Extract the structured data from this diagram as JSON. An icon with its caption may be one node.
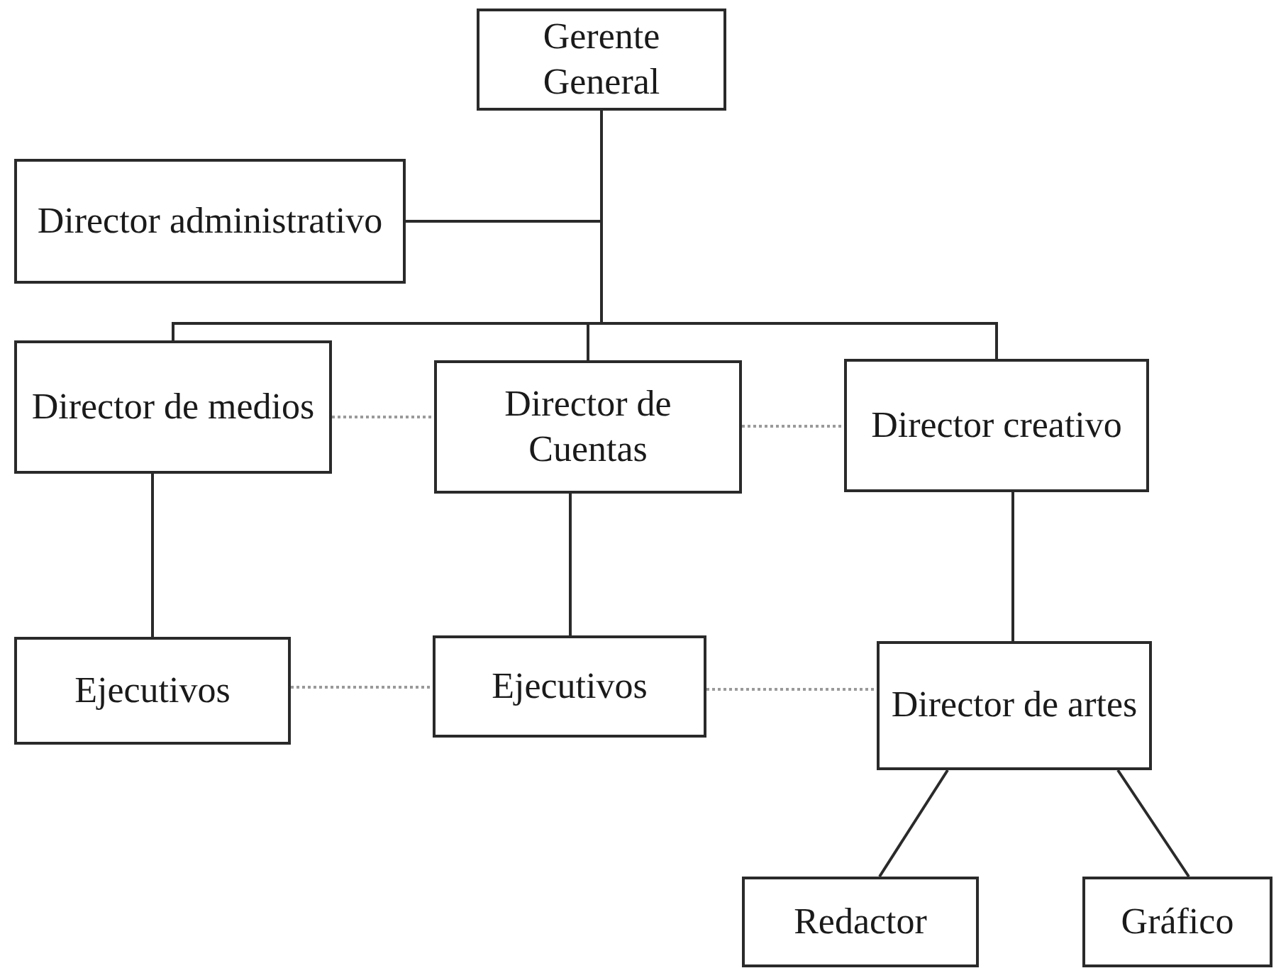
{
  "diagram": {
    "nodes": [
      {
        "text": [
          "Gerente General"
        ]
      },
      {
        "text": [
          "Director administrativo"
        ]
      },
      {
        "text": [
          "Director de medios"
        ]
      },
      {
        "text": [
          "Director de Cuentas"
        ]
      },
      {
        "text": [
          "Director creativo"
        ]
      },
      {
        "text": [
          "Ejecutivos"
        ]
      },
      {
        "text": [
          "Ejecutivos"
        ]
      },
      {
        "text": [
          "Director de artes"
        ]
      },
      {
        "text": [
          "Redactor"
        ]
      },
      {
        "text": [
          "Gráfico"
        ]
      }
    ],
    "edges": [
      {
        "from": 0,
        "to": 1,
        "arrow": "none"
      },
      {
        "from": 0,
        "to": 2,
        "arrow": "none"
      },
      {
        "from": 0,
        "to": 3,
        "arrow": "none"
      },
      {
        "from": 0,
        "to": 4,
        "arrow": "none"
      },
      {
        "from": 2,
        "to": 3,
        "arrow": "none",
        "style": "dashed",
        "color": "#9a9a9a"
      },
      {
        "from": 3,
        "to": 4,
        "arrow": "none",
        "style": "dashed",
        "color": "#9a9a9a"
      },
      {
        "from": 2,
        "to": 5,
        "arrow": "none"
      },
      {
        "from": 3,
        "to": 6,
        "arrow": "none"
      },
      {
        "from": 4,
        "to": 7,
        "arrow": "none"
      },
      {
        "from": 5,
        "to": 6,
        "arrow": "none",
        "style": "dashed",
        "color": "#9a9a9a"
      },
      {
        "from": 6,
        "to": 7,
        "arrow": "none",
        "style": "dashed",
        "color": "#9a9a9a"
      },
      {
        "from": 7,
        "to": 8,
        "arrow": "none"
      },
      {
        "from": 7,
        "to": 9,
        "arrow": "none"
      }
    ]
  }
}
